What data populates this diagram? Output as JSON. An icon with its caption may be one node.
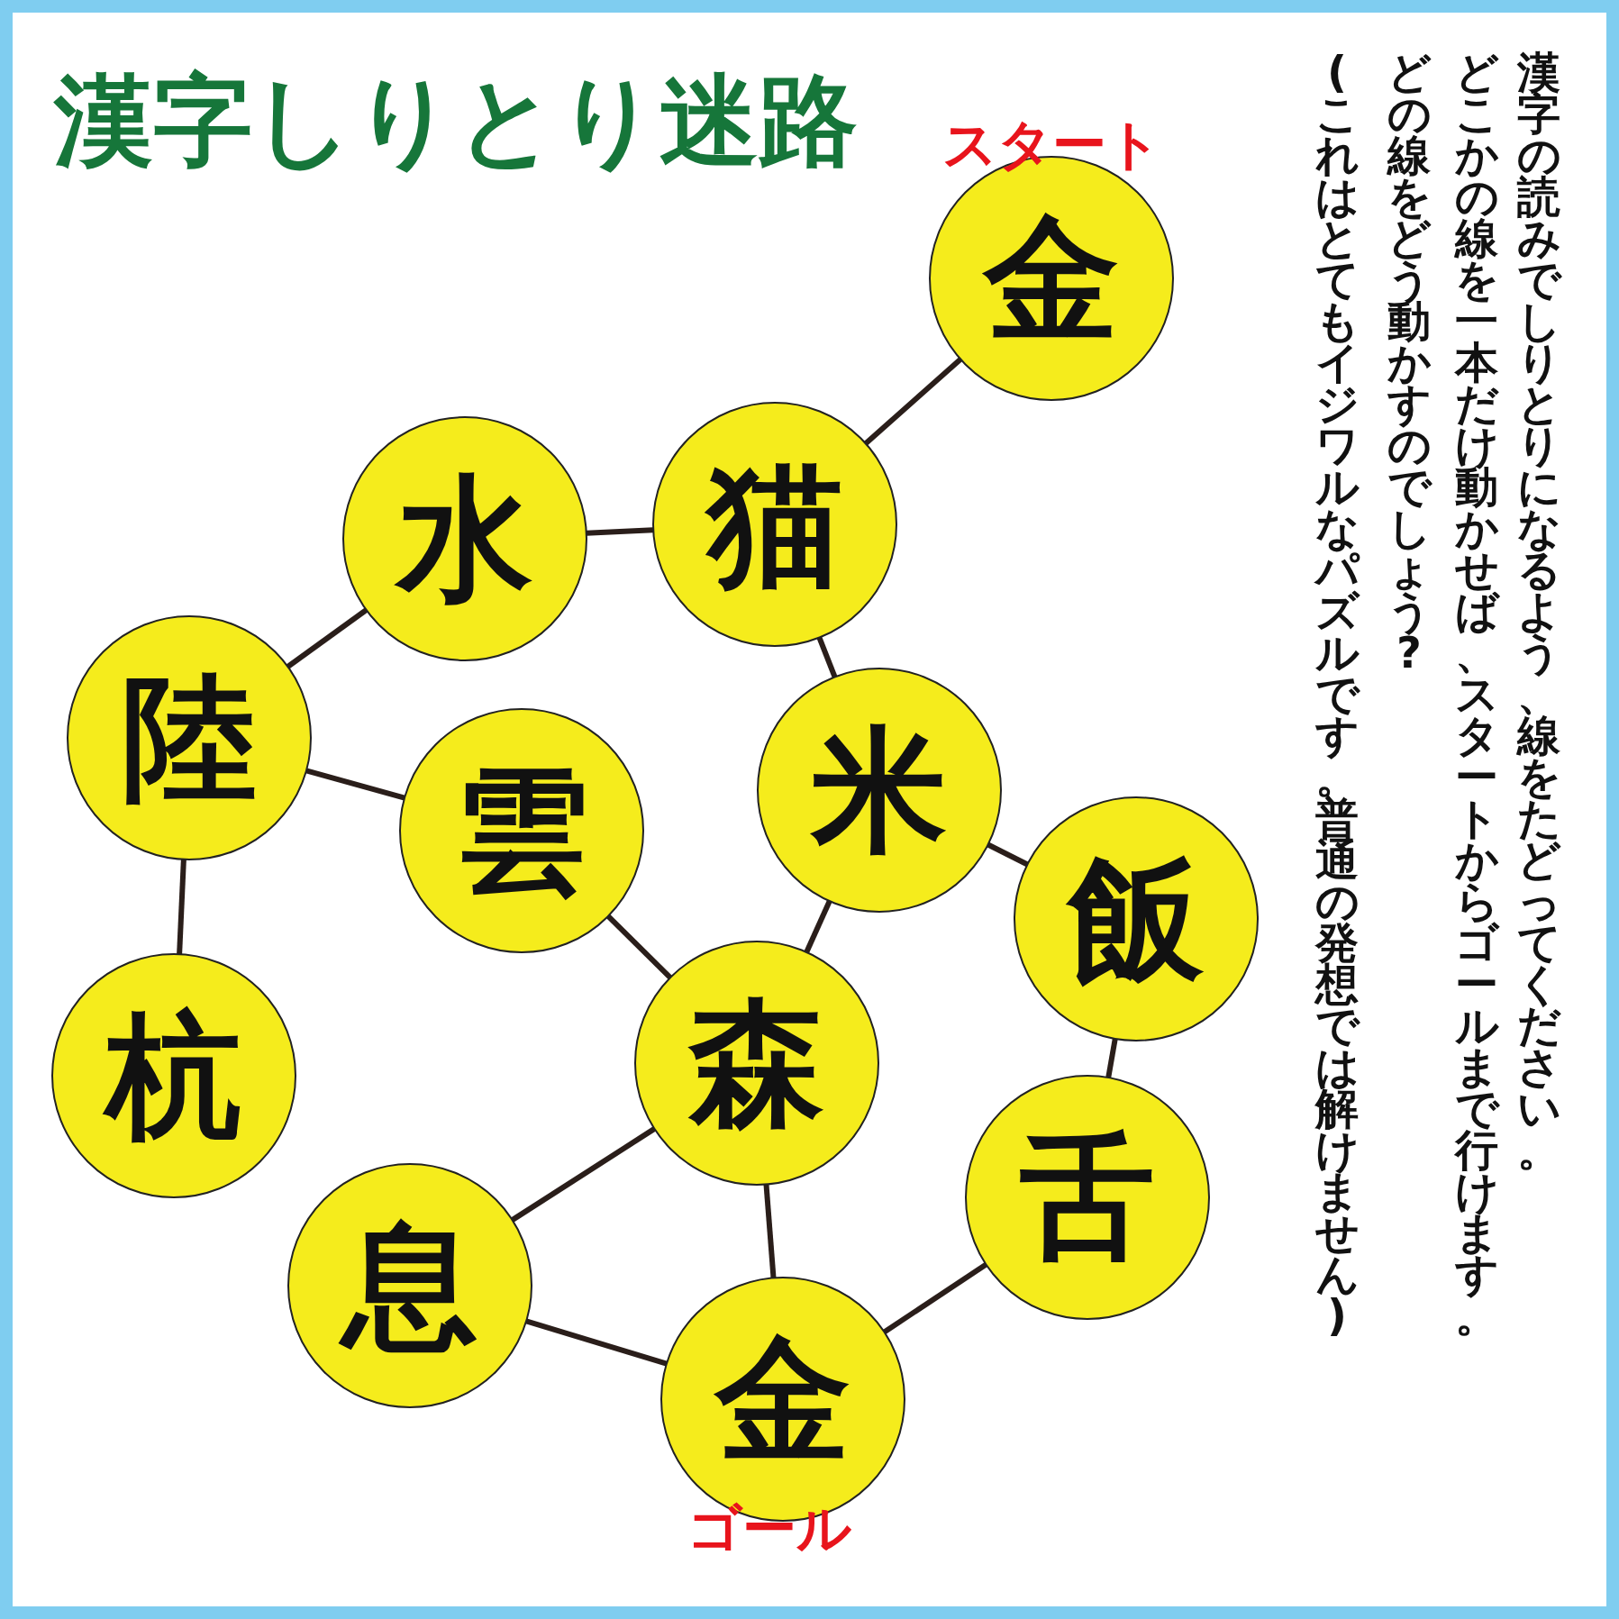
{
  "diagram": {
    "title": "漢字しりとり迷路",
    "nodes": [
      {
        "text": [
          "金"
        ],
        "beside": [
          "スタート"
        ]
      },
      {
        "text": [
          "猫"
        ]
      },
      {
        "text": [
          "水"
        ]
      },
      {
        "text": [
          "陸"
        ]
      },
      {
        "text": [
          "雲"
        ]
      },
      {
        "text": [
          "米"
        ]
      },
      {
        "text": [
          "飯"
        ]
      },
      {
        "text": [
          "杭"
        ]
      },
      {
        "text": [
          "森"
        ]
      },
      {
        "text": [
          "舌"
        ]
      },
      {
        "text": [
          "息"
        ]
      },
      {
        "text": [
          "金"
        ],
        "beside": [
          "ゴール"
        ]
      }
    ],
    "edges": [
      {
        "from": 0,
        "to": 1,
        "arrow": "none"
      },
      {
        "from": 1,
        "to": 2,
        "arrow": "none"
      },
      {
        "from": 2,
        "to": 3,
        "arrow": "none"
      },
      {
        "from": 3,
        "to": 4,
        "arrow": "none"
      },
      {
        "from": 3,
        "to": 7,
        "arrow": "none"
      },
      {
        "from": 1,
        "to": 5,
        "arrow": "none"
      },
      {
        "from": 5,
        "to": 6,
        "arrow": "none"
      },
      {
        "from": 5,
        "to": 8,
        "arrow": "none"
      },
      {
        "from": 4,
        "to": 8,
        "arrow": "none"
      },
      {
        "from": 8,
        "to": 10,
        "arrow": "none"
      },
      {
        "from": 8,
        "to": 11,
        "arrow": "none"
      },
      {
        "from": 10,
        "to": 11,
        "arrow": "none"
      },
      {
        "from": 6,
        "to": 9,
        "arrow": "none"
      },
      {
        "from": 9,
        "to": 11,
        "arrow": "none"
      }
    ],
    "labels": [
      "漢字の読みで**しりとり**になるよう、線をたどってください。",
      "どこかの**線を一本だけ動かせば**、スタートから**ゴールまで行けます**。",
      "どの線をどう動かすのでしょう?",
      "(これはとても**イジワルなパズル**です。普通の発想では解けません)"
    ]
  }
}
